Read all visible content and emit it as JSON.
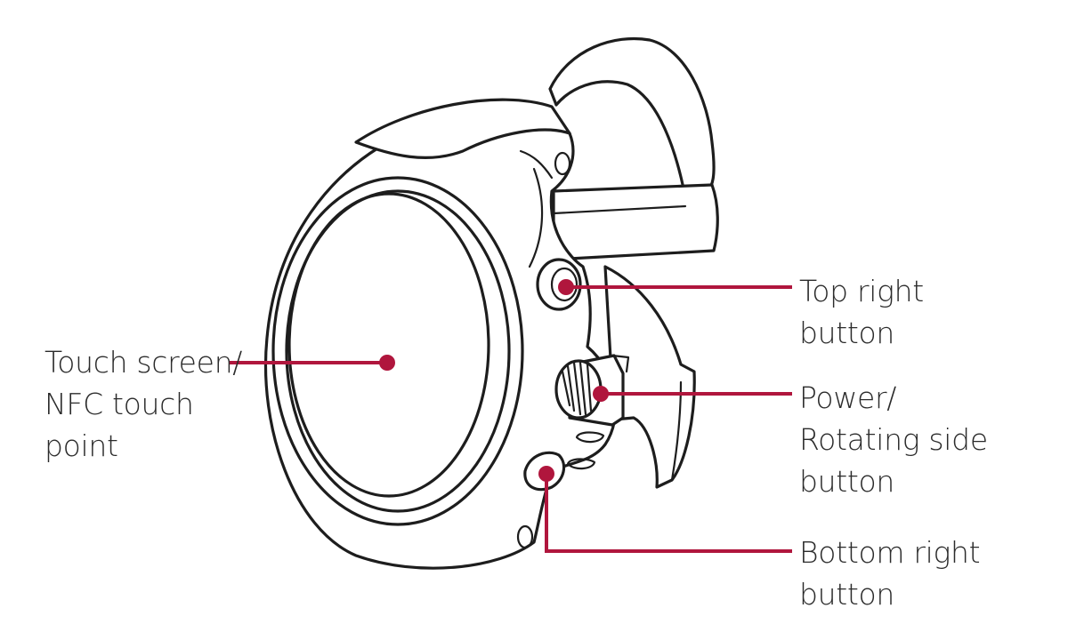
{
  "accent_color": "#b0163d",
  "labels": {
    "touch_screen": [
      "Touch screen/",
      "NFC touch",
      "point"
    ],
    "top_right_button": [
      "Top right",
      "button"
    ],
    "power_button": [
      "Power/",
      "Rotating side",
      "button"
    ],
    "bottom_right_button": [
      "Bottom right",
      "button"
    ]
  },
  "icons": {
    "watch": "smartwatch-illustration"
  }
}
